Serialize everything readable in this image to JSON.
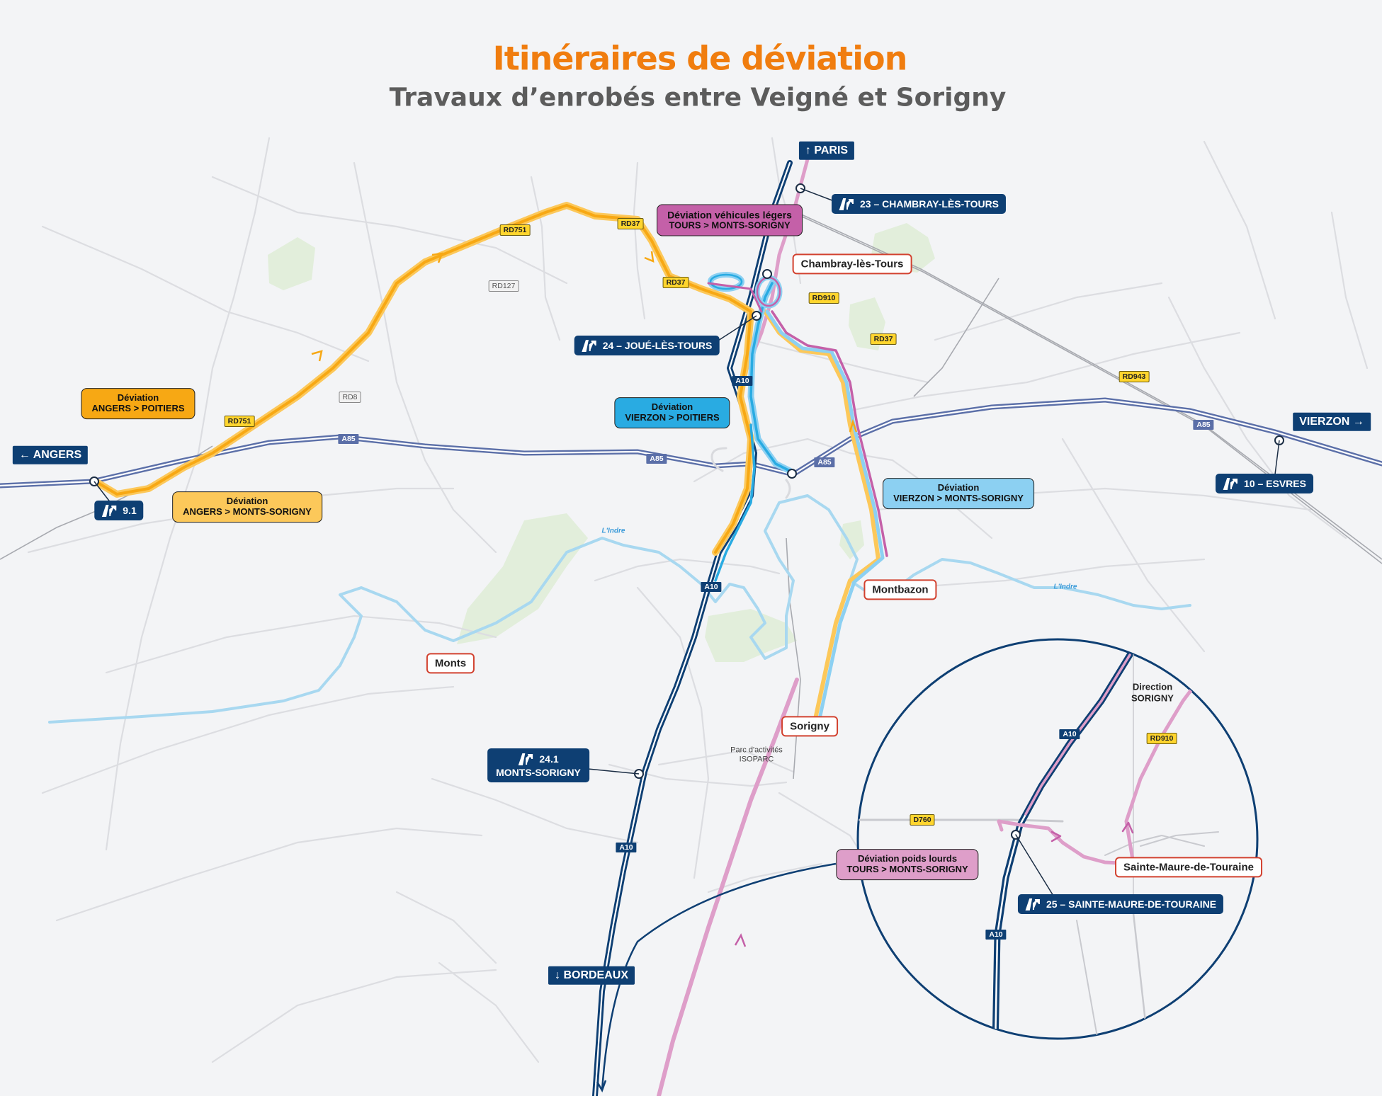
{
  "header": {
    "title": "Itinéraires de déviation",
    "subtitle": "Travaux d’enrobés entre Veigné et Sorigny"
  },
  "colors": {
    "orange_route": "#f7a814",
    "light_orange_route": "#fcc85a",
    "blue_route": "#29abe2",
    "light_blue_route": "#8cd0f2",
    "pink_route": "#c460a8",
    "light_pink_route": "#de9ec9",
    "motorway_a10": "#0e3f73",
    "motorway_a85": "#5b6fa8",
    "town_border": "#d2412f",
    "title": "#f07d0f"
  },
  "directions": {
    "paris": "↑ PARIS",
    "angers": "← ANGERS",
    "vierzon": "VIERZON →",
    "bordeaux": "↓ BORDEAUX"
  },
  "exits": {
    "chambray": "23 – CHAMBRAY-LÈS-TOURS",
    "joue": "24 – JOUÉ-LÈS-TOURS",
    "nine_one": "9.1",
    "esvres": "10 – ESVRES",
    "monts_sorigny_num": "24.1",
    "monts_sorigny_name": "MONTS-SORIGNY",
    "sainte_maure": "25 – SAINTE-MAURE-DE-TOURAINE"
  },
  "towns": {
    "chambray": "Chambray-lès-Tours",
    "montbazon": "Montbazon",
    "monts": "Monts",
    "sorigny": "Sorigny",
    "sainte_maure": "Sainte-Maure-de-Touraine"
  },
  "deviations": {
    "vl_tours": {
      "line1": "Déviation véhicules légers",
      "line2": "TOURS > MONTS-SORIGNY"
    },
    "angers_poitiers": {
      "line1": "Déviation",
      "line2": "ANGERS > POITIERS"
    },
    "angers_monts": {
      "line1": "Déviation",
      "line2": "ANGERS > MONTS-SORIGNY"
    },
    "vierzon_poitiers": {
      "line1": "Déviation",
      "line2": "VIERZON > POITIERS"
    },
    "vierzon_monts": {
      "line1": "Déviation",
      "line2": "VIERZON > MONTS-SORIGNY"
    },
    "pl_tours": {
      "line1": "Déviation poids lourds",
      "line2": "TOURS > MONTS-SORIGNY"
    }
  },
  "roads": {
    "rd751": "RD751",
    "rd37": "RD37",
    "rd127": "RD127",
    "rd8": "RD8",
    "rd910": "RD910",
    "rd943": "RD943",
    "d760": "D760",
    "a85": "A85",
    "a10": "A10"
  },
  "rivers": {
    "indre": "L'Indre"
  },
  "notes": {
    "isoparc_1": "Parc d'activités",
    "isoparc_2": "ISOPARC",
    "direction_1": "Direction",
    "direction_2": "SORIGNY"
  }
}
